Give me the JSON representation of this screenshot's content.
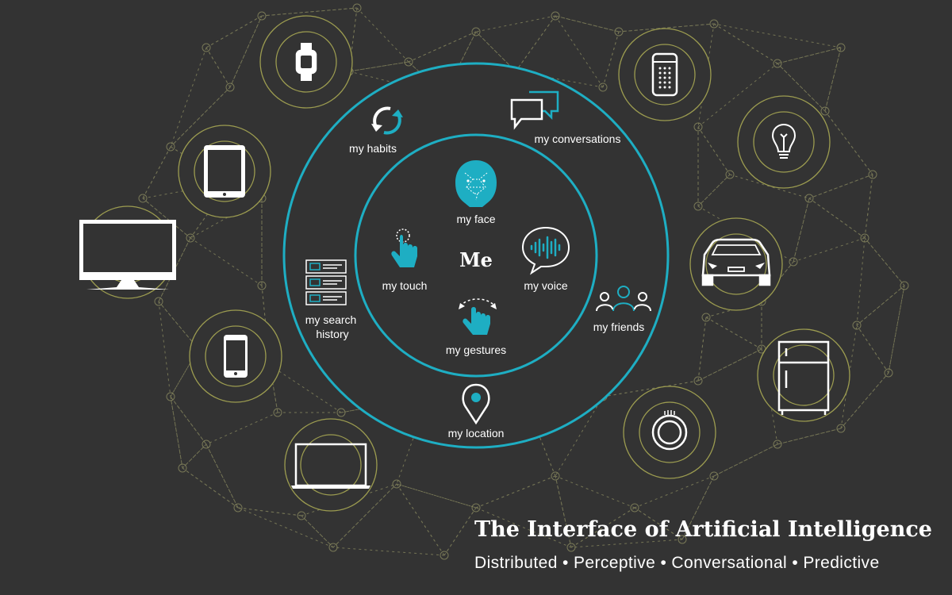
{
  "colors": {
    "background": "#333333",
    "accent": "#1eaec3",
    "device_ring": "#9c9c50",
    "mesh": "#8a8a60",
    "text": "#ffffff"
  },
  "center": {
    "label": "Me"
  },
  "inner_ring": [
    {
      "label": "my face",
      "icon": "face-scan-icon"
    },
    {
      "label": "my touch",
      "icon": "touch-finger-icon"
    },
    {
      "label": "my voice",
      "icon": "voice-bubble-icon"
    },
    {
      "label": "my gestures",
      "icon": "gesture-hand-icon"
    }
  ],
  "outer_ring": [
    {
      "label": "my habits",
      "icon": "refresh-cycle-icon"
    },
    {
      "label": "my conversations",
      "icon": "chat-bubbles-icon"
    },
    {
      "label_line1": "my search",
      "label_line2": "history",
      "icon": "search-history-icon"
    },
    {
      "label": "my friends",
      "icon": "friends-group-icon"
    },
    {
      "label": "my location",
      "icon": "location-pin-icon"
    }
  ],
  "devices": [
    {
      "icon": "smartwatch-icon"
    },
    {
      "icon": "tablet-icon"
    },
    {
      "icon": "monitor-icon"
    },
    {
      "icon": "smartphone-icon"
    },
    {
      "icon": "laptop-icon"
    },
    {
      "icon": "smart-speaker-icon"
    },
    {
      "icon": "light-bulb-icon"
    },
    {
      "icon": "car-icon"
    },
    {
      "icon": "refrigerator-icon"
    },
    {
      "icon": "thermostat-icon"
    }
  ],
  "footer": {
    "title": "The Interface of Artificial Intelligence",
    "subtitle": "Distributed • Perceptive • Conversational • Predictive"
  }
}
